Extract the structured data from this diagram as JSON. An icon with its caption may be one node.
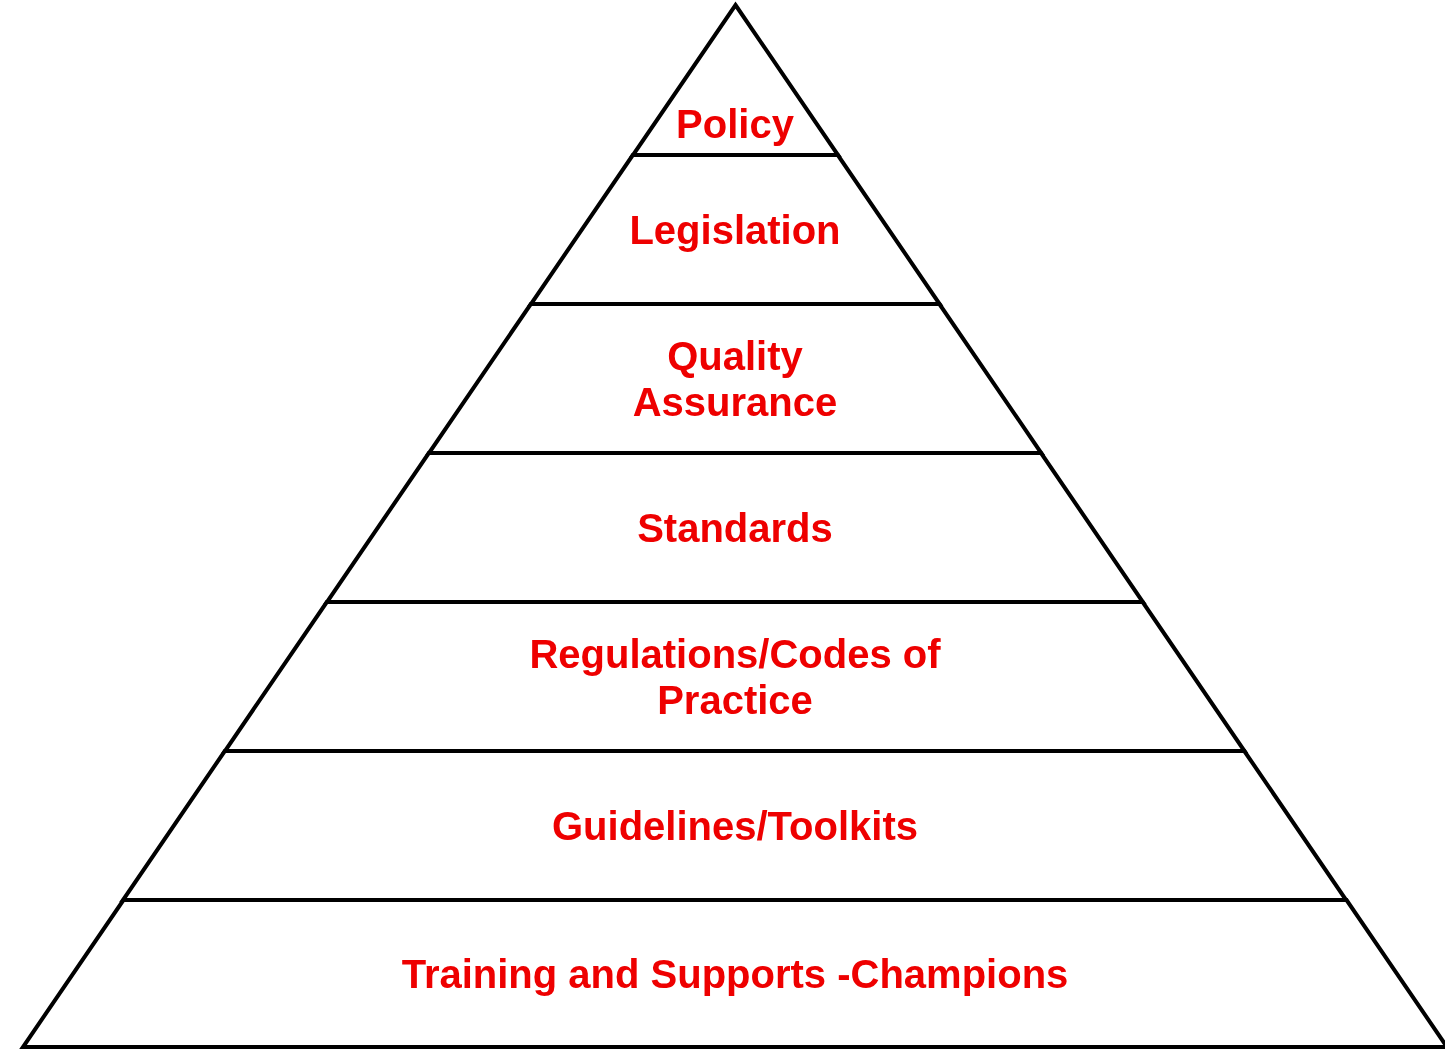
{
  "diagram": {
    "nodes": [
      {
        "text": [
          "Policy"
        ]
      },
      {
        "text": [
          "Legislation"
        ]
      },
      {
        "text": [
          "Quality Assurance"
        ]
      },
      {
        "text": [
          "Standards"
        ]
      },
      {
        "text": [
          "Regulations/Codes of Practice"
        ]
      },
      {
        "text": [
          "Guidelines/Toolkits"
        ]
      },
      {
        "text": [
          "Training and Supports -Champions"
        ]
      }
    ]
  }
}
